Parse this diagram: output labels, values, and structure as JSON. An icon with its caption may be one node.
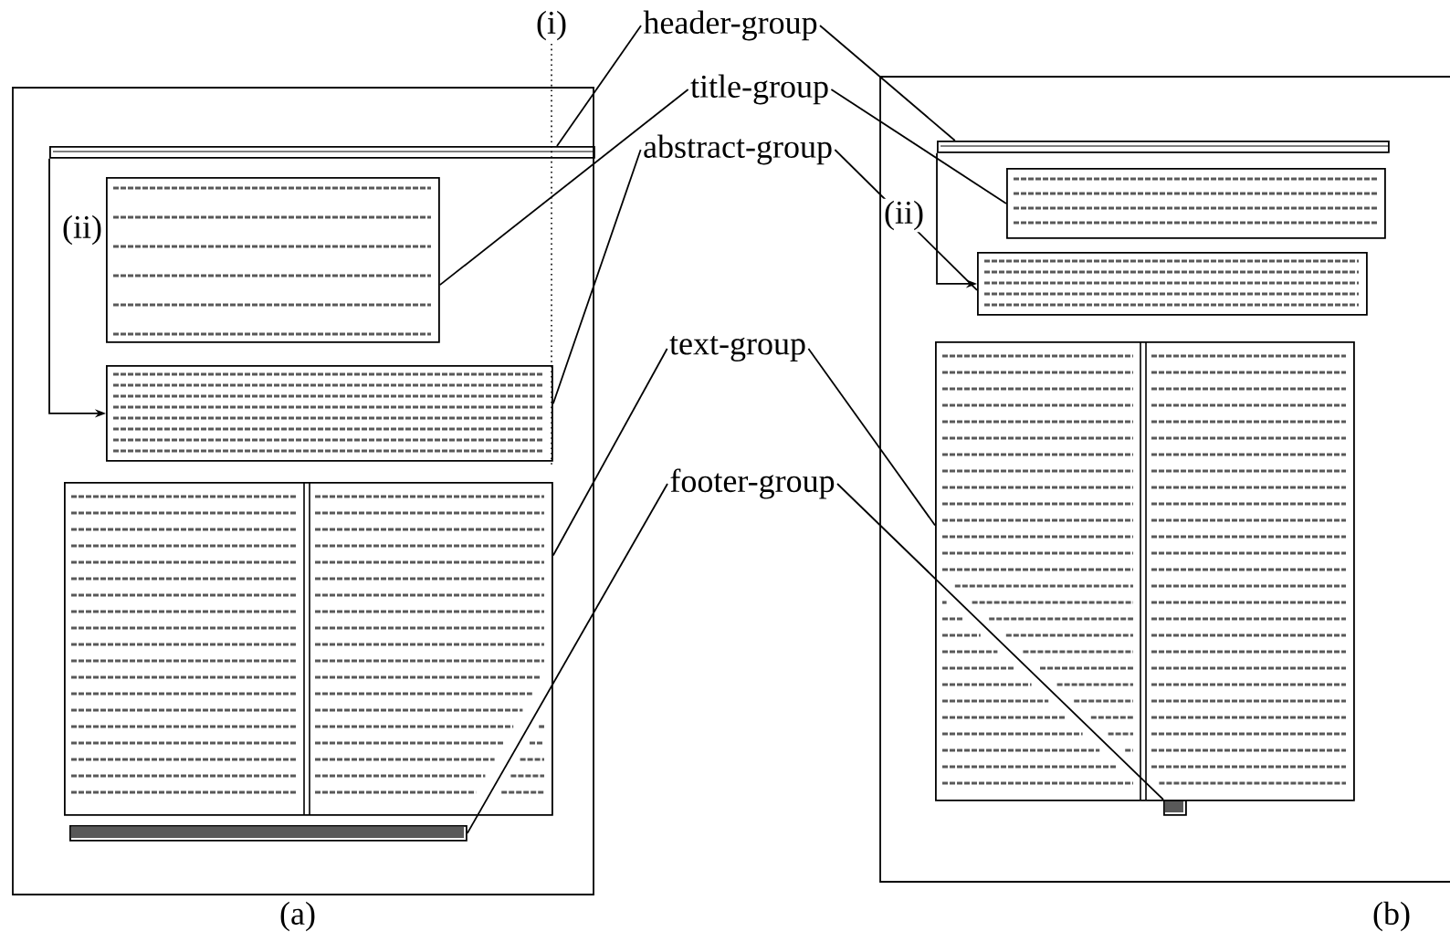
{
  "diagram": {
    "nodes": [
      {
        "text": [
          "header-group"
        ]
      },
      {
        "text": [
          "title-group"
        ]
      },
      {
        "text": [
          "abstract-group"
        ]
      },
      {
        "text": [
          "text-group"
        ]
      },
      {
        "text": [
          "footer-group"
        ]
      },
      {
        "text": [],
        "shape": "box"
      },
      {
        "text": [],
        "shape": "box"
      },
      {
        "text": [],
        "shape": "box"
      },
      {
        "text": [],
        "shape": "box"
      },
      {
        "text": [],
        "shape": "box"
      },
      {
        "text": [],
        "shape": "box"
      },
      {
        "text": [],
        "shape": "box"
      },
      {
        "text": [],
        "shape": "box"
      },
      {
        "text": [],
        "shape": "box"
      },
      {
        "text": [],
        "shape": "box"
      }
    ],
    "edges": [
      {
        "from": 0,
        "to": 5,
        "arrow": "none"
      },
      {
        "from": 0,
        "to": 10,
        "arrow": "none"
      },
      {
        "from": 1,
        "to": 6,
        "arrow": "none"
      },
      {
        "from": 1,
        "to": 11,
        "arrow": "none"
      },
      {
        "from": 2,
        "to": 7,
        "arrow": "none"
      },
      {
        "from": 2,
        "to": 12,
        "arrow": "none"
      },
      {
        "from": 3,
        "to": 8,
        "arrow": "none"
      },
      {
        "from": 3,
        "to": 13,
        "arrow": "none"
      },
      {
        "from": 4,
        "to": 9,
        "arrow": "none"
      },
      {
        "from": 4,
        "to": 14,
        "arrow": "none"
      },
      {
        "from": 5,
        "to": 7,
        "arrow": "to",
        "label": "(ii)"
      },
      {
        "from": 10,
        "to": 12,
        "arrow": "to",
        "label": "(ii)"
      }
    ],
    "labels": [
      "(i)",
      "(a)",
      "(b)"
    ]
  }
}
